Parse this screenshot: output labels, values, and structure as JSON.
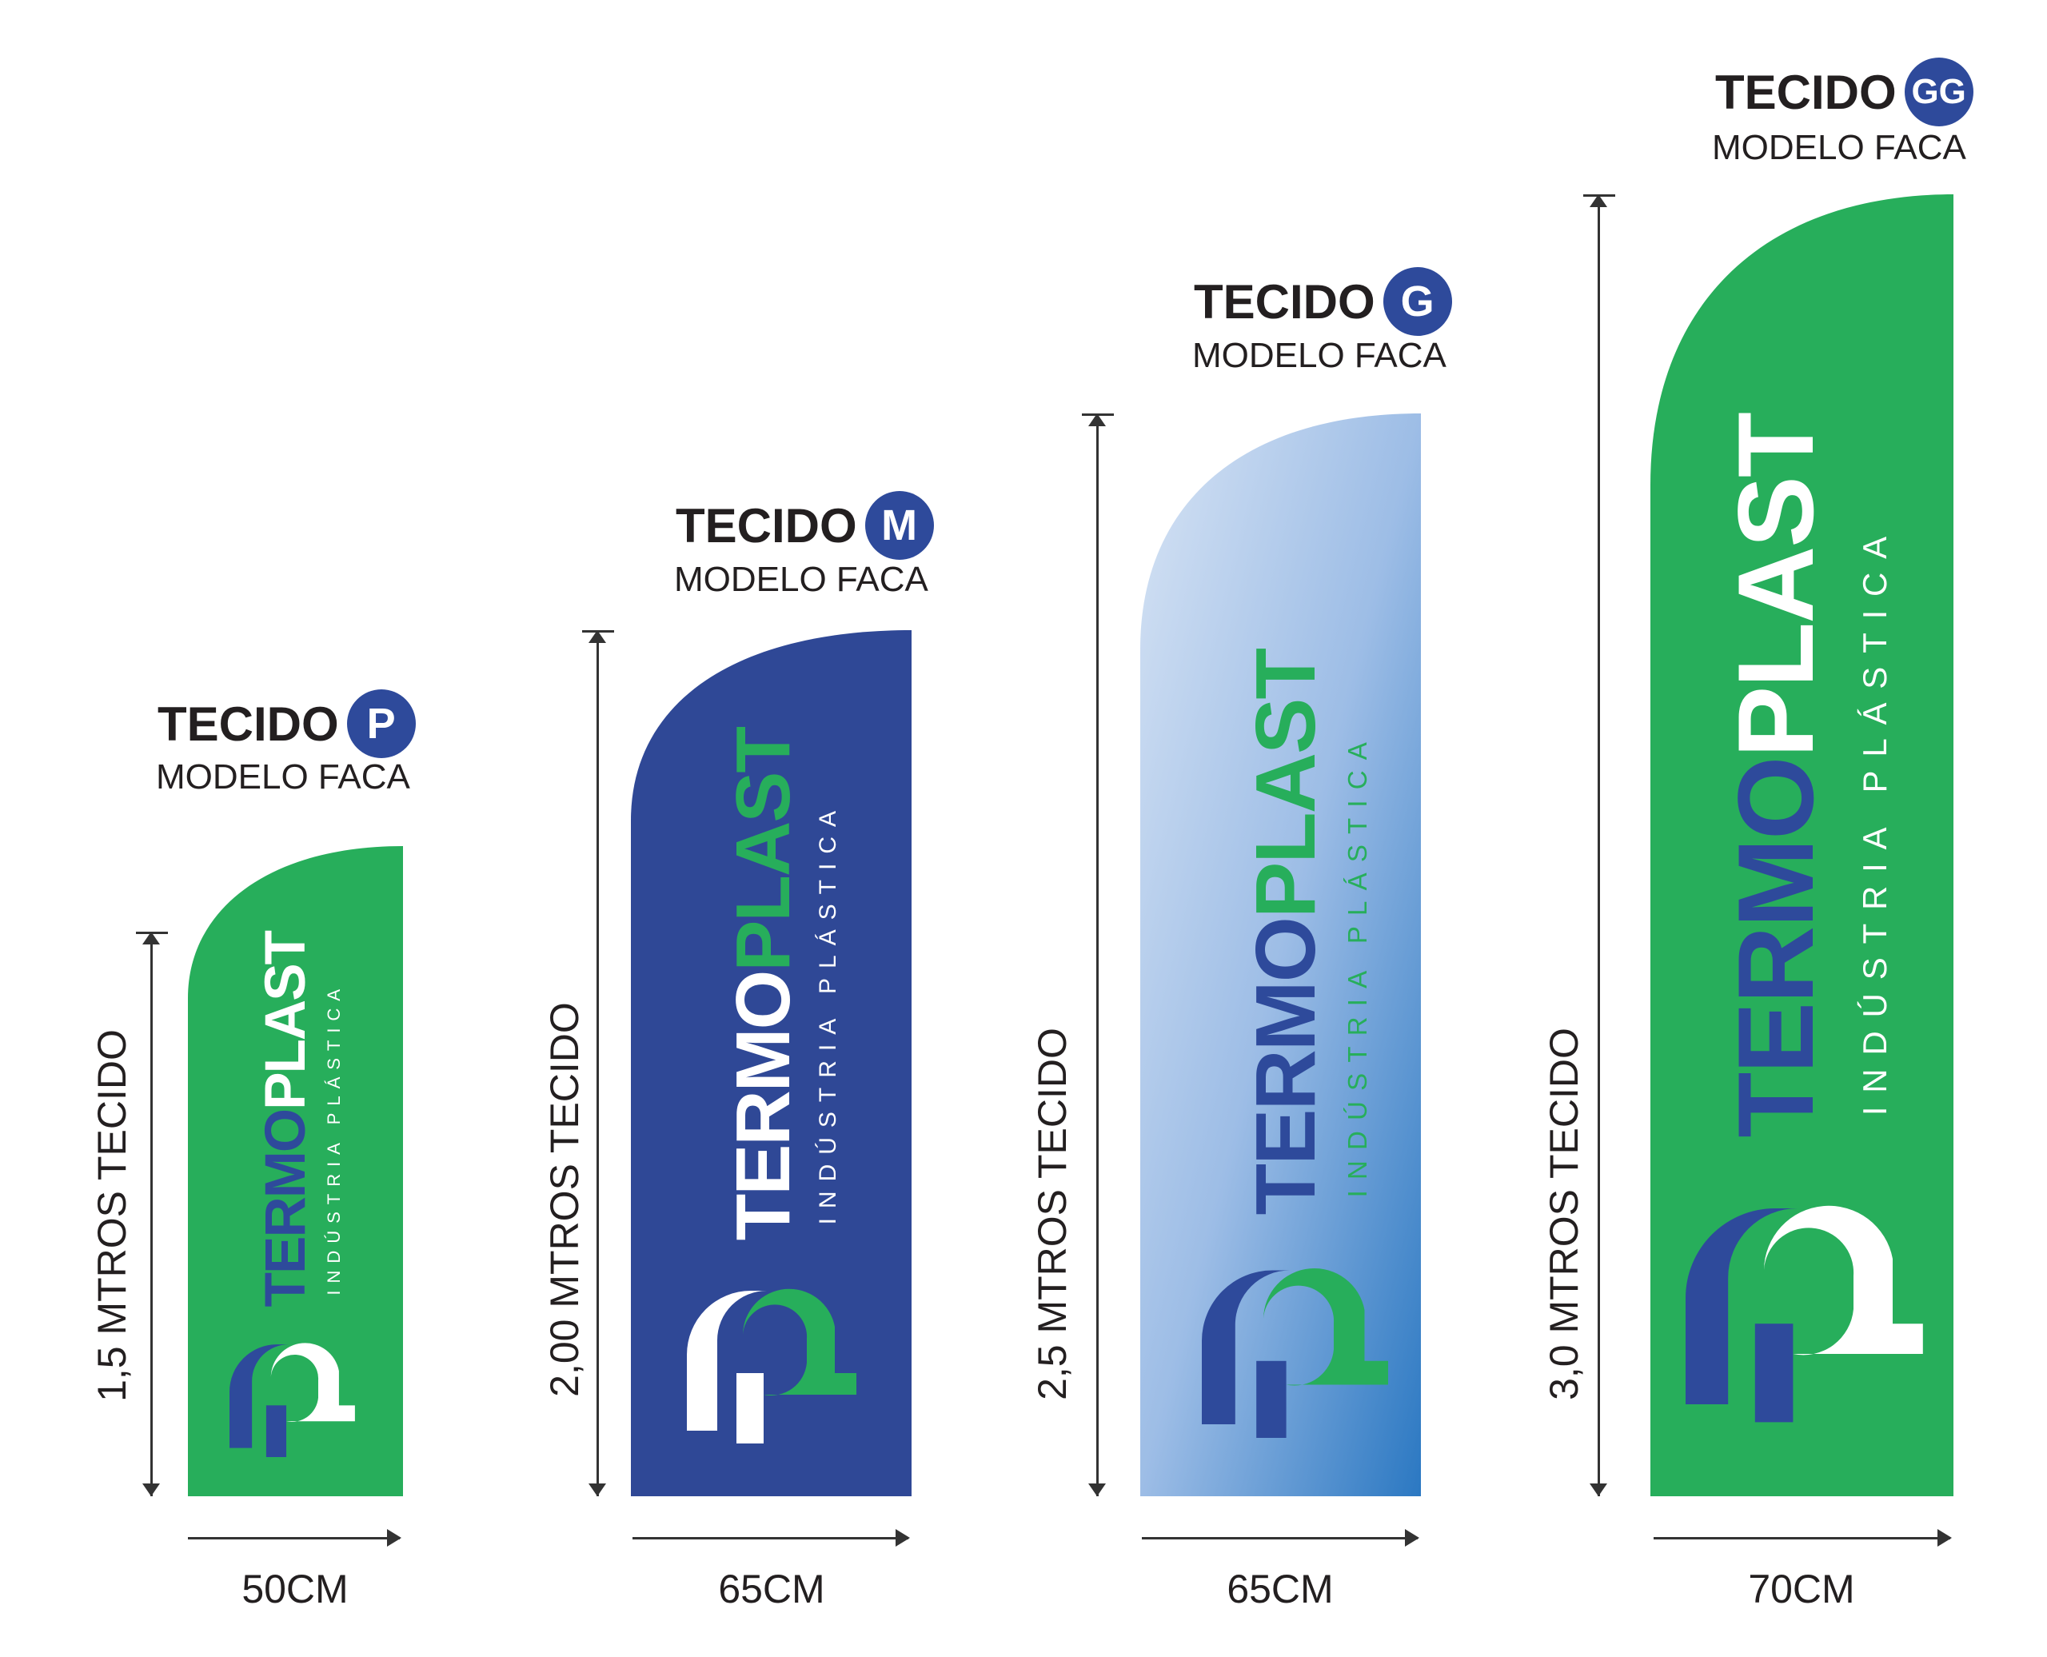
{
  "colors": {
    "green": "#27ae5b",
    "blue": "#2e4a9b",
    "white": "#ffffff",
    "sky_light": "#c5d8f0",
    "sky_dark": "#2b78c2"
  },
  "brand": {
    "part1": "TERMO",
    "part2": "PLAST",
    "tagline": "INDÚSTRIA PLÁSTICA"
  },
  "flags": [
    {
      "tecido_label": "TECIDO",
      "size": "P",
      "model": "MODELO FACA",
      "height_label": "1,5 MTROS TECIDO",
      "width_label": "50CM"
    },
    {
      "tecido_label": "TECIDO",
      "size": "M",
      "model": "MODELO FACA",
      "height_label": "2,00 MTROS TECIDO",
      "width_label": "65CM"
    },
    {
      "tecido_label": "TECIDO",
      "size": "G",
      "model": "MODELO FACA",
      "height_label": "2,5 MTROS TECIDO",
      "width_label": "65CM"
    },
    {
      "tecido_label": "TECIDO",
      "size": "GG",
      "model": "MODELO FACA",
      "height_label": "3,0 MTROS TECIDO",
      "width_label": "70CM"
    }
  ]
}
